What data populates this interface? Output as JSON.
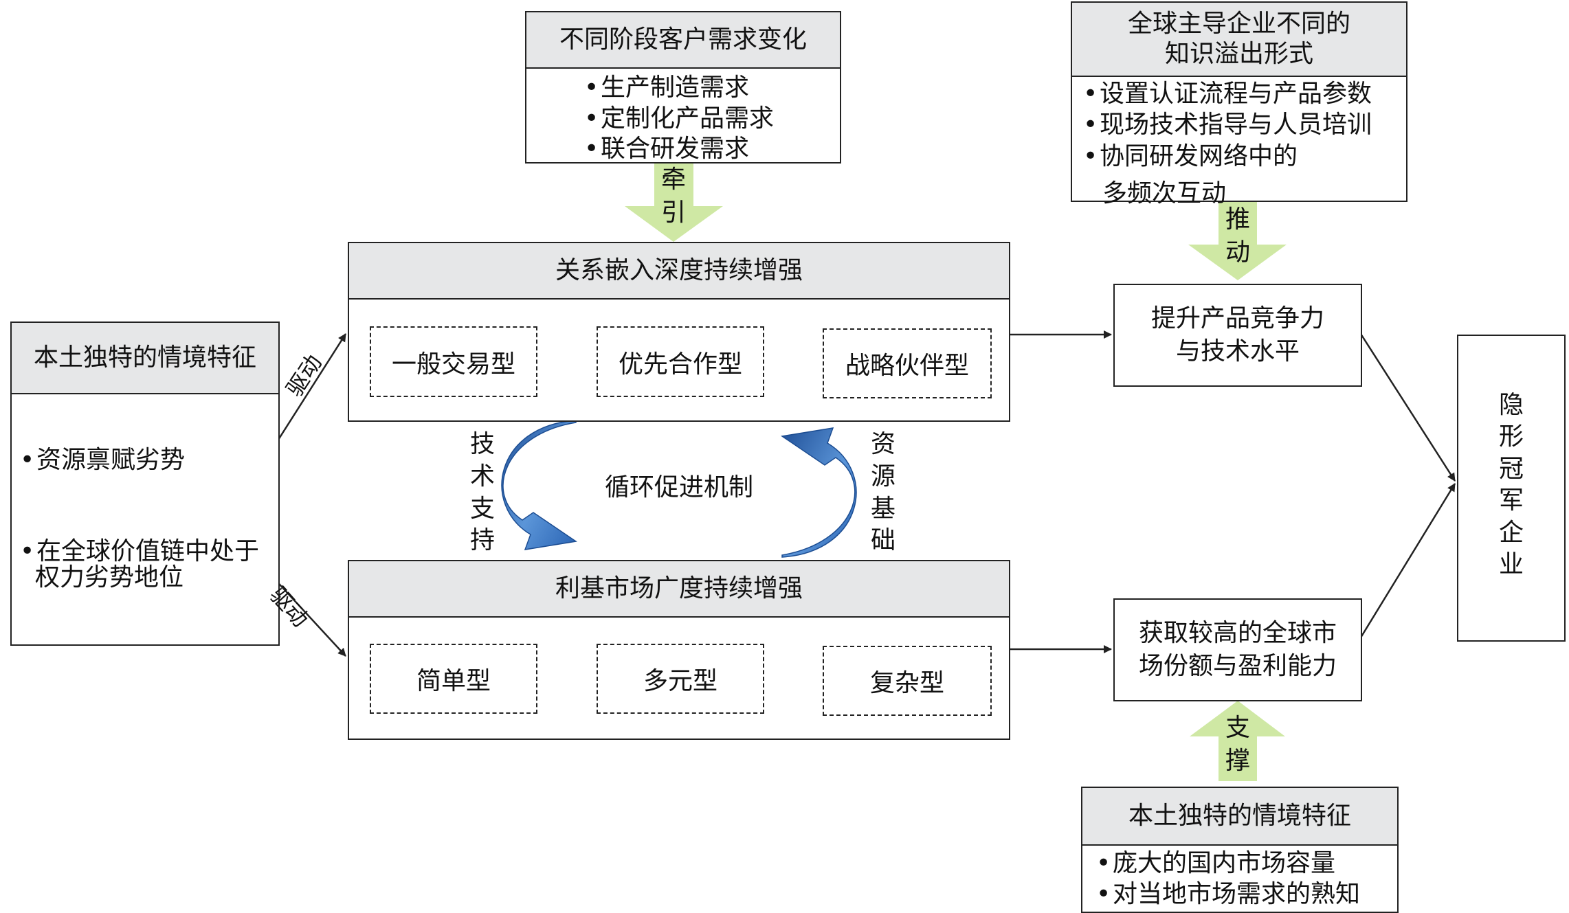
{
  "top_box": {
    "title": "不同阶段客户需求变化",
    "items": [
      "生产制造需求",
      "定制化产品需求",
      "联合研发需求"
    ]
  },
  "top_arrow_label": [
    "牵",
    "引"
  ],
  "topright_box": {
    "title_lines": [
      "全球主导企业不同的",
      "知识溢出形式"
    ],
    "items": [
      "设置认证流程与产品参数",
      "现场技术指导与人员培训",
      "协同研发网络中的"
    ],
    "item_continuation": "多频次互动"
  },
  "topright_arrow_label": [
    "推",
    "动"
  ],
  "left_box": {
    "title": "本土独特的情境特征",
    "items": [
      "资源禀赋劣势",
      "在全球价值链中处于"
    ],
    "item_continuation": "权力劣势地位"
  },
  "drive_labels": [
    "驱动",
    "驱动"
  ],
  "relation_box": {
    "title": "关系嵌入深度持续增强",
    "stages": [
      "一般交易型",
      "优先合作型",
      "战略伙伴型"
    ]
  },
  "market_box": {
    "title": "利基市场广度持续增强",
    "stages": [
      "简单型",
      "多元型",
      "复杂型"
    ]
  },
  "cycle": {
    "center": "循环促进机制",
    "left_label": [
      "技",
      "术",
      "支",
      "持"
    ],
    "right_label": [
      "资",
      "源",
      "基",
      "础"
    ]
  },
  "outcome_top": [
    "提升产品竞争力",
    "与技术水平"
  ],
  "outcome_bottom": [
    "获取较高的全球市",
    "场份额与盈利能力"
  ],
  "final_box": [
    "隐",
    "形",
    "冠",
    "军",
    "企",
    "业"
  ],
  "bottom_arrow_label": [
    "支",
    "撑"
  ],
  "bottom_box": {
    "title": "本土独特的情境特征",
    "items": [
      "庞大的国内市场容量",
      "对当地市场需求的熟知"
    ]
  },
  "colors": {
    "header_fill": "#e6e7e8",
    "green_arrow": "#cfe8a4",
    "blue_arrow": "#2e6fc0",
    "line": "#222222"
  }
}
